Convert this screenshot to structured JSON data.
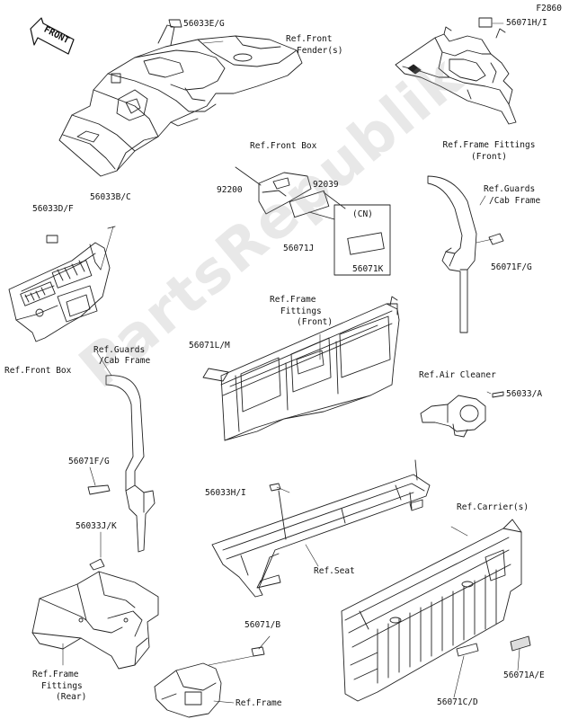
{
  "figure_code": "F2860",
  "front_arrow_text": "FRONT",
  "watermark": "PartsRepublik",
  "labels": {
    "p56033EG": "56033E/G",
    "ref_front_fenders": [
      "Ref.Front",
      "Fender(s)"
    ],
    "p56071HI": "56071H/I",
    "ref_frame_fittings_front": [
      "Ref.Frame Fittings",
      "(Front)"
    ],
    "ref_front_box_top": "Ref.Front Box",
    "p92200": "92200",
    "p92039": "92039",
    "cn": "(CN)",
    "p56071J": "56071J",
    "p56071K": "56071K",
    "ref_guards_cab_right": [
      "Ref.Guards",
      "/Cab Frame"
    ],
    "p56071FG_right": "56071F/G",
    "p56033DF": "56033D/F",
    "p56033BC": "56033B/C",
    "ref_front_box_left": "Ref.Front Box",
    "ref_frame_fittings_mid": [
      "Ref.Frame",
      "Fittings",
      "(Front)"
    ],
    "p56071LM": "56071L/M",
    "ref_guards_cab_left": [
      "Ref.Guards",
      "/Cab Frame"
    ],
    "ref_air_cleaner": "Ref.Air Cleaner",
    "p56033A": "56033/A",
    "p56071FG_left": "56071F/G",
    "p56033HI": "56033H/I",
    "ref_carriers": "Ref.Carrier(s)",
    "p56033JK": "56033J/K",
    "ref_seat": "Ref.Seat",
    "p56071B": "56071/B",
    "ref_frame_fittings_rear": [
      "Ref.Frame",
      "Fittings",
      "(Rear)"
    ],
    "ref_frame": "Ref.Frame",
    "p56071CD": "56071C/D",
    "p56071AE": "56071A/E"
  }
}
